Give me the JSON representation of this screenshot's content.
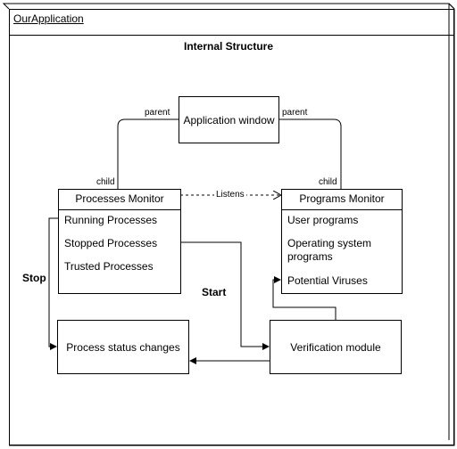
{
  "package": {
    "title": "OurApplication",
    "subtitle": "Internal Structure"
  },
  "nodes": {
    "app_window": "Application window",
    "processes_monitor": {
      "title": "Processes Monitor",
      "items": [
        "Running Processes",
        "Stopped Processes",
        "Trusted Processes"
      ]
    },
    "programs_monitor": {
      "title": "Programs Monitor",
      "items": [
        "User programs",
        "Operating system programs",
        "Potential Viruses"
      ]
    },
    "process_status": "Process status changes",
    "verification": "Verification module"
  },
  "labels": {
    "parent_left": "parent",
    "parent_right": "parent",
    "child_left": "child",
    "child_right": "child",
    "listens": "Listens",
    "stop": "Stop",
    "start": "Start"
  }
}
